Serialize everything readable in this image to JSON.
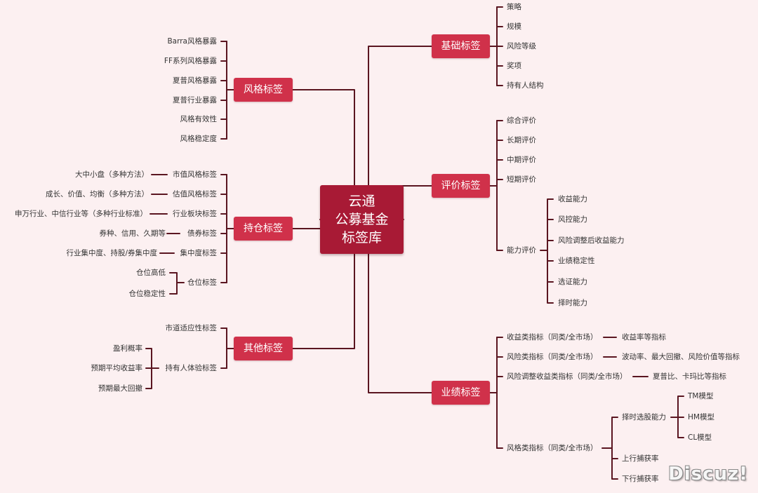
{
  "root": {
    "line1": "云通",
    "line2": "公募基金",
    "line3": "标签库"
  },
  "basic": {
    "label": "基础标签",
    "items": [
      "策略",
      "规模",
      "风险等级",
      "奖项",
      "持有人结构"
    ]
  },
  "eval": {
    "label": "评价标签",
    "items": [
      "综合评价",
      "长期评价",
      "中期评价",
      "短期评价",
      "能力评价"
    ],
    "ability": [
      "收益能力",
      "风控能力",
      "风险调整后收益能力",
      "业绩稳定性",
      "选证能力",
      "择时能力"
    ]
  },
  "perf": {
    "label": "业绩标签",
    "items": [
      "收益类指标（同类/全市场）",
      "风险类指标（同类/全市场）",
      "风险调整收益类指标（同类/全市场）",
      "风格类指标（同类/全市场）"
    ],
    "details": [
      "收益率等指标",
      "波动率、最大回撤、风险价值等指标",
      "夏普比、卡玛比等指标"
    ],
    "style_sub": [
      "择时选股能力",
      "上行捕获率",
      "下行捕获率"
    ],
    "models": [
      "TM模型",
      "HM模型",
      "CL模型"
    ]
  },
  "style": {
    "label": "风格标签",
    "items": [
      "Barra风格暴露",
      "FF系列风格暴露",
      "夏普风格暴露",
      "夏普行业暴露",
      "风格有效性",
      "风格稳定度"
    ]
  },
  "holding": {
    "label": "持仓标签",
    "items": [
      "市值风格标签",
      "估值风格标签",
      "行业板块标签",
      "债券标签",
      "集中度标签",
      "仓位标签"
    ],
    "details": [
      "大中小盘（多种方法）",
      "成长、价值、均衡（多种方法）",
      "申万行业、中信行业等（多种行业标准）",
      "券种、信用、久期等",
      "行业集中度、持股/券集中度"
    ],
    "position_sub": [
      "仓位高低",
      "仓位稳定性"
    ]
  },
  "other": {
    "label": "其他标签",
    "items": [
      "市道适应性标签",
      "持有人体验标签"
    ],
    "experience_sub": [
      "盈利概率",
      "预期平均收益率",
      "预期最大回撤"
    ]
  },
  "watermark": "Discuz!",
  "colors": {
    "background": "#fcf0f1",
    "root": "#a81a35",
    "hub": "#d0314a",
    "line": "#5a1520"
  }
}
